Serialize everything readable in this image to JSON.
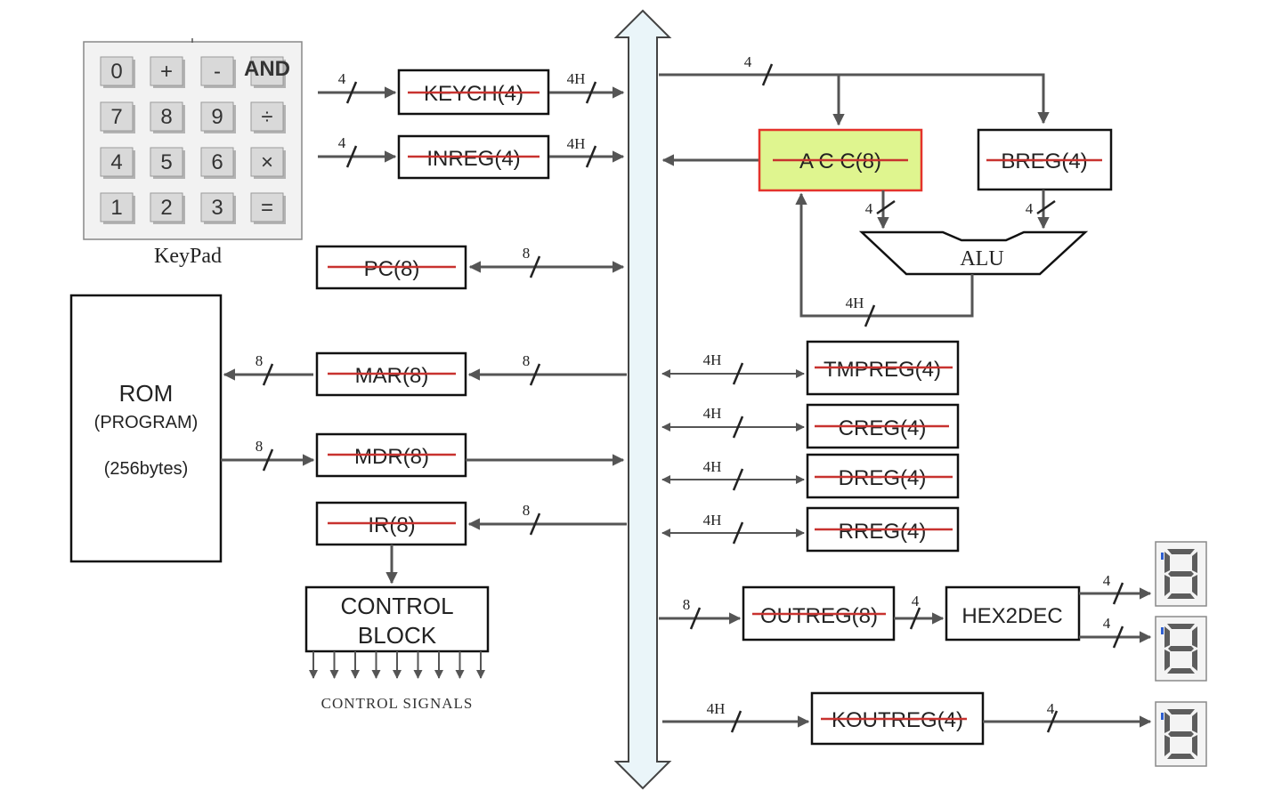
{
  "keypad": {
    "caption": "KeyPad",
    "rows": [
      [
        "0",
        "+",
        "-",
        "AND"
      ],
      [
        "7",
        "8",
        "9",
        "÷"
      ],
      [
        "4",
        "5",
        "6",
        "×"
      ],
      [
        "1",
        "2",
        "3",
        "="
      ]
    ]
  },
  "registers": {
    "keych": "KEYCH(4)",
    "inreg": "INREG(4)",
    "pc": "PC(8)",
    "mar": "MAR(8)",
    "mdr": "MDR(8)",
    "ir": "IR(8)",
    "acc": "A C C(8)",
    "breg": "BREG(4)",
    "alu": "ALU",
    "tmpreg": "TMPREG(4)",
    "creg": "CREG(4)",
    "dreg": "DREG(4)",
    "rreg": "RREG(4)",
    "outreg": "OUTREG(8)",
    "hex2dec": "HEX2DEC",
    "koutreg": "KOUTREG(4)"
  },
  "rom": {
    "title": "ROM",
    "subtitle": "(PROGRAM)",
    "size": "(256bytes)"
  },
  "control": {
    "line1": "CONTROL",
    "line2": "BLOCK",
    "signals": "CONTROL SIGNALS"
  },
  "widths": {
    "four": "4",
    "four_h": "4H",
    "eight": "8"
  },
  "colors": {
    "acc_fill": "#dff58f",
    "acc_border": "#e4332b",
    "strike": "#c8322f",
    "bus_fill": "#eaf5f9"
  }
}
